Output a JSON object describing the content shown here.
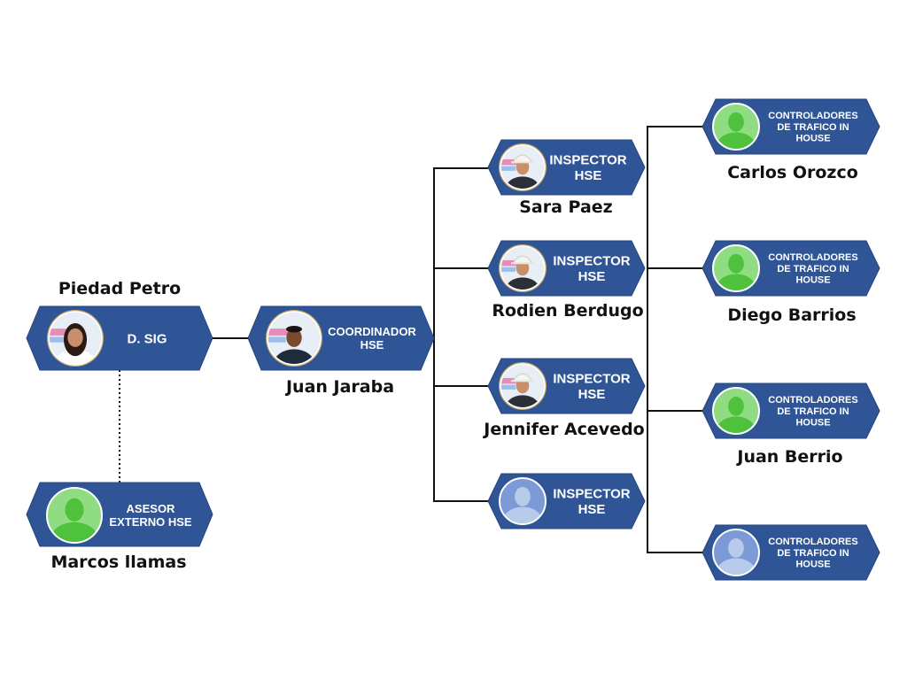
{
  "colors": {
    "node_fill": "#2f5597",
    "node_edge": "#24467f",
    "photo_ring": "#ffffff",
    "avatar_green": "#4ec23d",
    "avatar_green_bg": "#8fdc82",
    "avatar_blue": "#b8cbea",
    "avatar_blue_bg": "#7c9bd6",
    "line": "#111111"
  },
  "nodes": [
    {
      "id": "director",
      "role": [
        "D. SIG"
      ],
      "name": "Piedad Petro",
      "avatar": "photo-woman-icon",
      "name_pos": "above"
    },
    {
      "id": "external",
      "role": [
        "ASESOR",
        "EXTERNO HSE"
      ],
      "name": "Marcos llamas",
      "avatar": "green-person-icon",
      "name_pos": "below"
    },
    {
      "id": "coordinator",
      "role": [
        "COORDINADOR",
        "HSE"
      ],
      "name": "Juan Jaraba",
      "avatar": "photo-man-icon",
      "name_pos": "below"
    },
    {
      "id": "inspector1",
      "role": [
        "INSPECTOR",
        "HSE"
      ],
      "name": "Sara Paez",
      "avatar": "photo-hardhat-icon",
      "name_pos": "below"
    },
    {
      "id": "inspector2",
      "role": [
        "INSPECTOR",
        "HSE"
      ],
      "name": "Rodien Berdugo",
      "avatar": "photo-hardhat-icon",
      "name_pos": "below"
    },
    {
      "id": "inspector3",
      "role": [
        "INSPECTOR",
        "HSE"
      ],
      "name": "Jennifer Acevedo",
      "avatar": "photo-hardhat-icon",
      "name_pos": "below"
    },
    {
      "id": "inspector4",
      "role": [
        "INSPECTOR",
        "HSE"
      ],
      "name": "",
      "avatar": "blue-person-icon",
      "name_pos": "below"
    },
    {
      "id": "controller1",
      "role": [
        "CONTROLADORES",
        "DE TRAFICO IN",
        "HOUSE"
      ],
      "name": "Carlos Orozco",
      "avatar": "green-person-icon",
      "name_pos": "below"
    },
    {
      "id": "controller2",
      "role": [
        "CONTROLADORES",
        "DE TRAFICO IN",
        "HOUSE"
      ],
      "name": "Diego Barrios",
      "avatar": "green-person-icon",
      "name_pos": "below"
    },
    {
      "id": "controller3",
      "role": [
        "CONTROLADORES",
        "DE TRAFICO IN",
        "HOUSE"
      ],
      "name": "Juan Berrio",
      "avatar": "green-person-icon",
      "name_pos": "below"
    },
    {
      "id": "controller4",
      "role": [
        "CONTROLADORES",
        "DE TRAFICO IN",
        "HOUSE"
      ],
      "name": "",
      "avatar": "blue-person-icon",
      "name_pos": "below"
    }
  ],
  "edges": [
    {
      "from": "director",
      "to": "coordinator",
      "style": "solid"
    },
    {
      "from": "director",
      "to": "external",
      "style": "dotted"
    },
    {
      "from": "coordinator",
      "to": "inspector1",
      "style": "solid"
    },
    {
      "from": "coordinator",
      "to": "inspector2",
      "style": "solid"
    },
    {
      "from": "coordinator",
      "to": "inspector3",
      "style": "solid"
    },
    {
      "from": "coordinator",
      "to": "inspector4",
      "style": "solid"
    },
    {
      "from": "inspector2",
      "to": "controller1",
      "style": "solid"
    },
    {
      "from": "inspector2",
      "to": "controller2",
      "style": "solid"
    },
    {
      "from": "inspector2",
      "to": "controller3",
      "style": "solid"
    },
    {
      "from": "inspector2",
      "to": "controller4",
      "style": "solid"
    }
  ]
}
